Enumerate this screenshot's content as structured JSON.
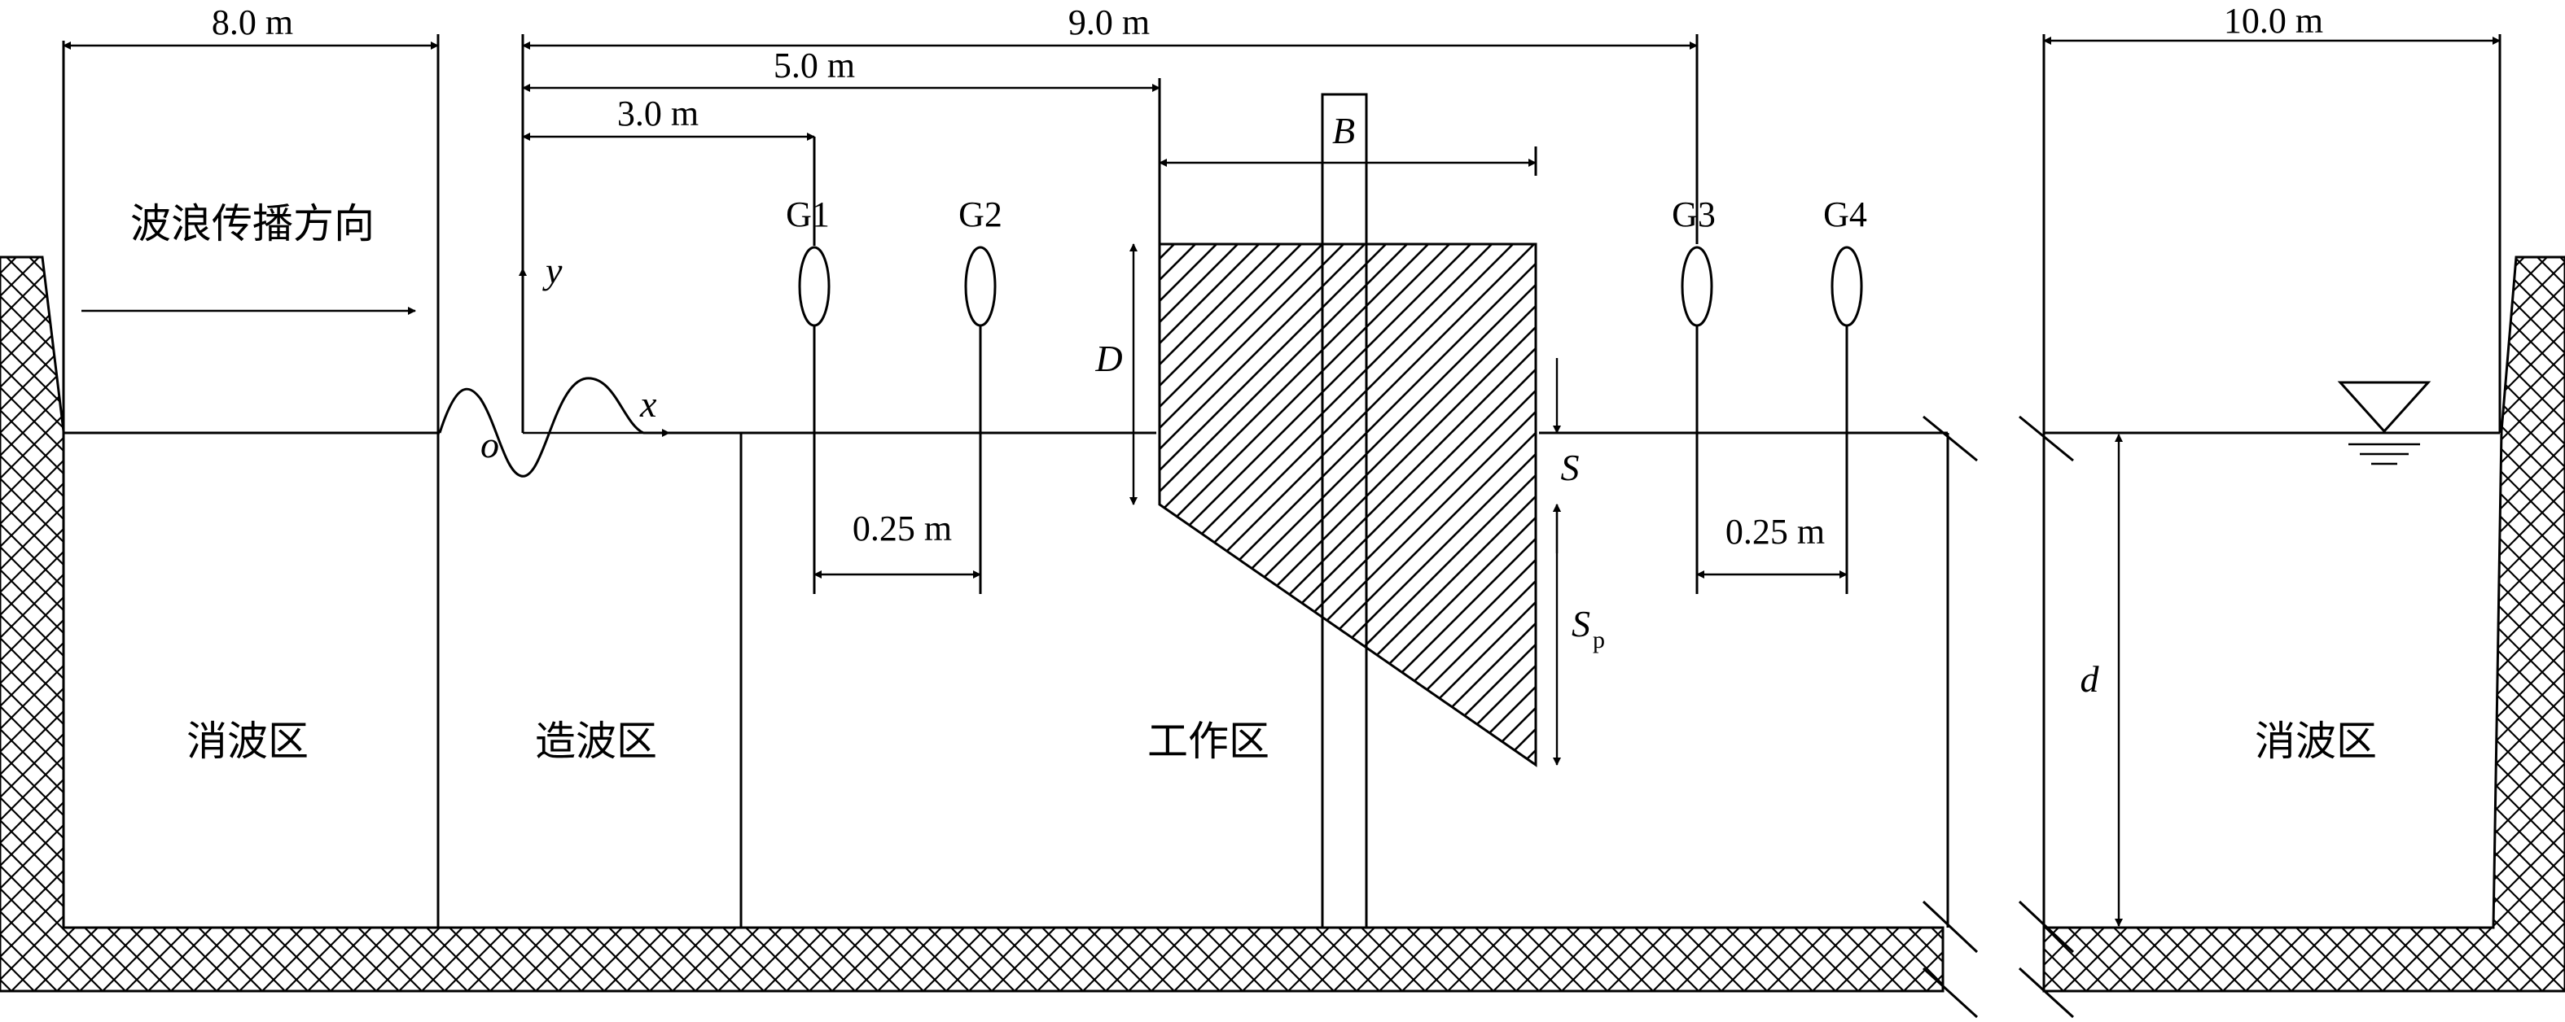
{
  "dimensions": {
    "left_absorber_width": "8.0 m",
    "total_to_g3": "9.0 m",
    "to_breakwater": "5.0 m",
    "to_g1": "3.0 m",
    "right_absorber_width": "10.0 m",
    "g1_g2_spacing": "0.25 m",
    "g3_g4_spacing": "0.25 m"
  },
  "gauges": [
    "G1",
    "G2",
    "G3",
    "G4"
  ],
  "symbols": {
    "width": "B",
    "draft": "D",
    "gap": "S",
    "plate": "S",
    "plate_sub": "p",
    "depth": "d",
    "origin": "o",
    "x_axis": "x",
    "y_axis": "y"
  },
  "zones": {
    "wave_direction": "波浪传播方向",
    "left_absorber": "消波区",
    "wave_maker": "造波区",
    "work_area": "工作区",
    "right_absorber": "消波区"
  }
}
